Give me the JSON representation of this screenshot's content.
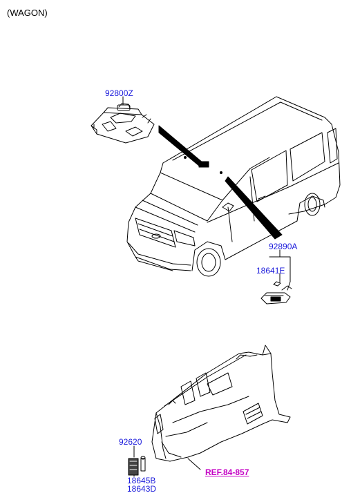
{
  "diagram": {
    "variant_label": "(WAGON)",
    "parts": {
      "room_lamp": "92800Z",
      "personal_lamp": "92890A",
      "bulb_personal": "18641E",
      "luggage_lamp": "92620",
      "bulb_luggage_1": "18645B",
      "bulb_luggage_2": "18643D"
    },
    "reference": "REF.84-857",
    "colors": {
      "part_number": "#1a1adb",
      "reference_link": "#c400c4",
      "line_art": "#000000"
    }
  }
}
